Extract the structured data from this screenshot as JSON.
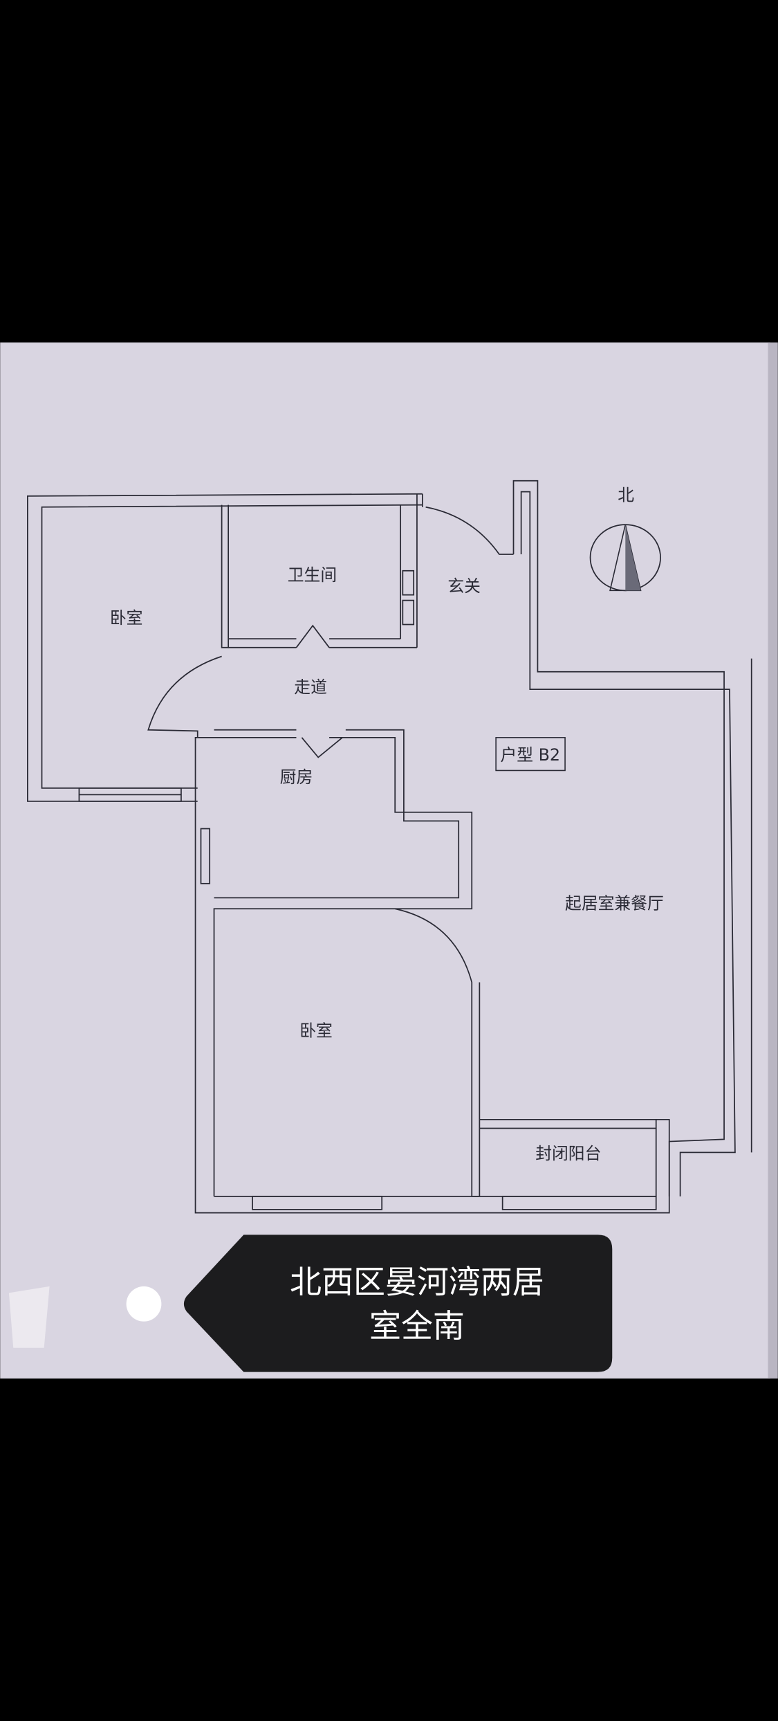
{
  "floorplan": {
    "unit_type": "户型 B2",
    "north_label": "北",
    "rooms": {
      "bedroom_north": "卧室",
      "bathroom": "卫生间",
      "entrance": "玄关",
      "corridor": "走道",
      "kitchen": "厨房",
      "living_dining": "起居室兼餐厅",
      "bedroom_south": "卧室",
      "enclosed_balcony": "封闭阳台"
    }
  },
  "caption": {
    "line1": "北西区晏河湾两居",
    "line2": "室全南"
  },
  "colors": {
    "paper": "#d9d5e1",
    "caption_bg": "#1c1c1e",
    "background": "#000000"
  }
}
